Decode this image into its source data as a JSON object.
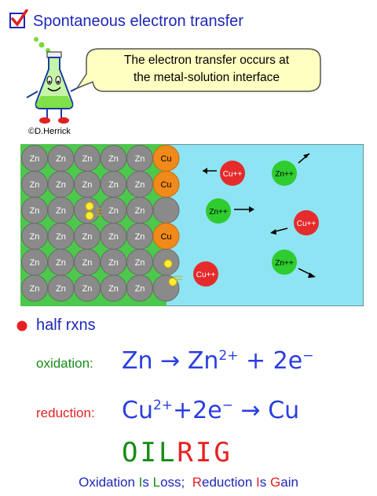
{
  "title": "Spontaneous electron transfer",
  "bubble": {
    "line1": "The electron transfer occurs at",
    "line2": "the metal-solution interface"
  },
  "copyright": "©D.Herrick",
  "grid_rows": [
    [
      "Zn",
      "Zn",
      "Zn",
      "Zn",
      "Zn",
      "Cu"
    ],
    [
      "Zn",
      "Zn",
      "Zn",
      "Zn",
      "Zn",
      "Cu"
    ],
    [
      "Zn",
      "Zn",
      "",
      "Zn",
      "Zn",
      ""
    ],
    [
      "Zn",
      "Zn",
      "Zn",
      "Zn",
      "Zn",
      "Cu"
    ],
    [
      "Zn",
      "Zn",
      "Zn",
      "Zn",
      "Zn",
      ""
    ],
    [
      "Zn",
      "Zn",
      "Zn",
      "Zn",
      "Zn",
      ""
    ]
  ],
  "ions": {
    "cu1": "Cu++",
    "zn1": "Zn++",
    "zn2": "Zn++",
    "cu2": "Cu++",
    "zn3": "Zn++",
    "cu3": "Cu++"
  },
  "half_rxns": "half rxns",
  "oxidation": {
    "label": "oxidation:",
    "reactant": "Zn",
    "product": "Zn",
    "charge": "2+",
    "plus": "+ 2e",
    "minus": "−"
  },
  "reduction": {
    "label": "reduction:",
    "reactant": "Cu",
    "charge": "2+",
    "plus": "+2e",
    "minus": "−",
    "product": "Cu"
  },
  "oilrig": {
    "oil": "OIL",
    "rig": "RIG"
  },
  "footer": {
    "o": "O",
    "xidation": "xidation",
    "is1": "I",
    "s1": "s",
    "l": "L",
    "oss": "oss;",
    "r": "R",
    "eduction": "eduction",
    "is2": "I",
    "s2": "s",
    "g": "G",
    "ain": "ain"
  },
  "colors": {
    "zinc": "#8a8a8a",
    "copper": "#f08a1a",
    "solution": "#8ee4f2",
    "zn_ion": "#2ecc2e",
    "cu_ion": "#e52b2b",
    "blue": "#1d27b8",
    "green": "#158c15",
    "red": "#e82020"
  }
}
